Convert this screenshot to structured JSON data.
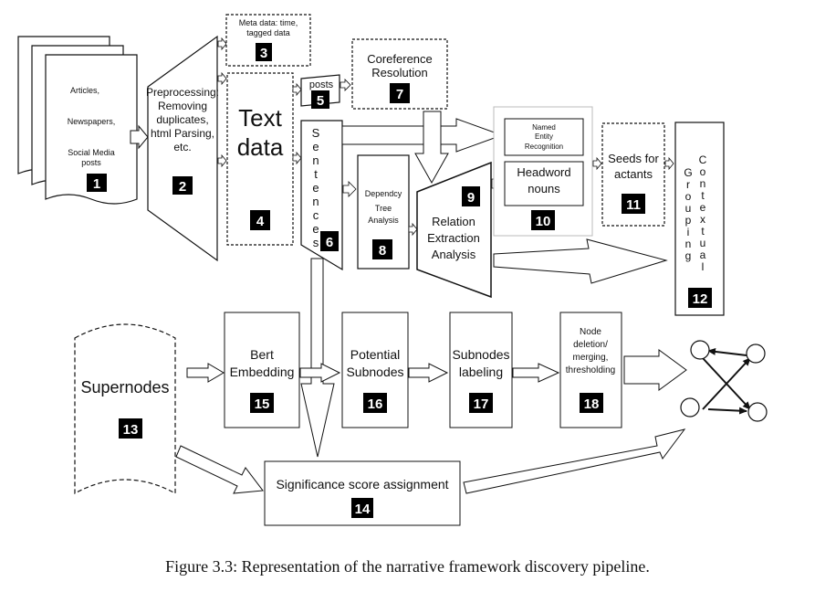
{
  "nodes": {
    "n1": {
      "label": [
        "Articles,",
        "Newspapers,",
        "Social Media",
        "posts"
      ],
      "num": "1"
    },
    "n2": {
      "label": [
        "Preprocessing:",
        "Removing",
        "duplicates,",
        "html Parsing,",
        "etc."
      ],
      "num": "2"
    },
    "n3": {
      "label": [
        "Meta data: time,",
        "tagged data"
      ],
      "num": "3"
    },
    "n4": {
      "label": [
        "Text",
        "data"
      ],
      "num": "4"
    },
    "n5": {
      "label": [
        "posts"
      ],
      "num": "5"
    },
    "n6": {
      "label": [
        "S",
        "e",
        "n",
        "t",
        "e",
        "n",
        "c",
        "e",
        "s"
      ],
      "num": "6"
    },
    "n7": {
      "label": [
        "Coreference",
        "Resolution"
      ],
      "num": "7"
    },
    "n8": {
      "label": [
        "Dependcy",
        "Tree",
        "Analysis"
      ],
      "num": "8"
    },
    "n9": {
      "label": [
        "Relation",
        "Extraction",
        "Analysis"
      ],
      "num": "9"
    },
    "n10": {
      "label_top": [
        "Named",
        "Entity",
        "Recognition"
      ],
      "label_bottom": [
        "Headword",
        "nouns"
      ],
      "num": "10"
    },
    "n11": {
      "label": [
        "Seeds for",
        "actants"
      ],
      "num": "11"
    },
    "n12": {
      "label_left": [
        "G",
        "r",
        "o",
        "u",
        "p",
        "i",
        "n",
        "g"
      ],
      "label_right": [
        "C",
        "o",
        "n",
        "t",
        "e",
        "x",
        "t",
        "u",
        "a",
        "l"
      ],
      "num": "12"
    },
    "n13": {
      "label": [
        "Supernodes"
      ],
      "num": "13"
    },
    "n14": {
      "label": [
        "Significance score assignment"
      ],
      "num": "14"
    },
    "n15": {
      "label": [
        "Bert",
        "Embedding"
      ],
      "num": "15"
    },
    "n16": {
      "label": [
        "Potential",
        "Subnodes"
      ],
      "num": "16"
    },
    "n17": {
      "label": [
        "Subnodes",
        "labeling"
      ],
      "num": "17"
    },
    "n18": {
      "label": [
        "Node",
        "deletion/",
        "merging,",
        "thresholding"
      ],
      "num": "18"
    }
  },
  "caption": "Figure 3.3: Representation of the narrative framework discovery pipeline."
}
